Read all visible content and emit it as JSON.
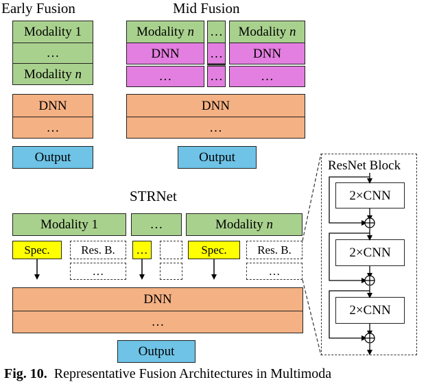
{
  "early_fusion": {
    "title": "Early Fusion",
    "modality_1": "Modality 1",
    "ellipsis_1": "…",
    "modality_n_prefix": "Modality ",
    "modality_n_var": "n",
    "dnn": "DNN",
    "ellipsis_2": "…",
    "output": "Output"
  },
  "mid_fusion": {
    "title": "Mid Fusion",
    "modality_n_prefix": "Modality ",
    "modality_n_var": "n",
    "ellipsis_col": "…",
    "modality_n_right_prefix": "Modality ",
    "modality_n_right_var": "n",
    "dnn_left": "DNN",
    "dnn_mid": "…",
    "dnn_right": "DNN",
    "ellipsis_left": "…",
    "ellipsis_mid": "…",
    "ellipsis_right": "…",
    "dnn_bottom": "DNN",
    "ellipsis_bottom": "…",
    "output": "Output"
  },
  "strnet": {
    "title": "STRNet",
    "modality_1": "Modality 1",
    "ellipsis_mod": "…",
    "modality_n_prefix": "Modality ",
    "modality_n_var": "n",
    "spec_1": "Spec.",
    "resb_1": "Res. B.",
    "spec_mid": "…",
    "resb_mid": "",
    "spec_n": "Spec.",
    "resb_n": "Res. B.",
    "resb_sub_1": "…",
    "resb_sub_mid": "",
    "resb_sub_n": "…",
    "dnn": "DNN",
    "ellipsis": "…",
    "output": "Output"
  },
  "resnet_block": {
    "title": "ResNet Block",
    "cnn_1": "2×CNN",
    "cnn_2": "2×CNN",
    "cnn_3": "2×CNN",
    "plus": "⊕"
  },
  "caption": {
    "label": "Fig. 10.",
    "text": "Representative Fusion Architectures in Multimoda"
  },
  "colors": {
    "modality": "#a9d18e",
    "mid_dnn": "#e37fe0",
    "dnn": "#f4b183",
    "output": "#6ec3e6",
    "spec": "#ffff00"
  }
}
